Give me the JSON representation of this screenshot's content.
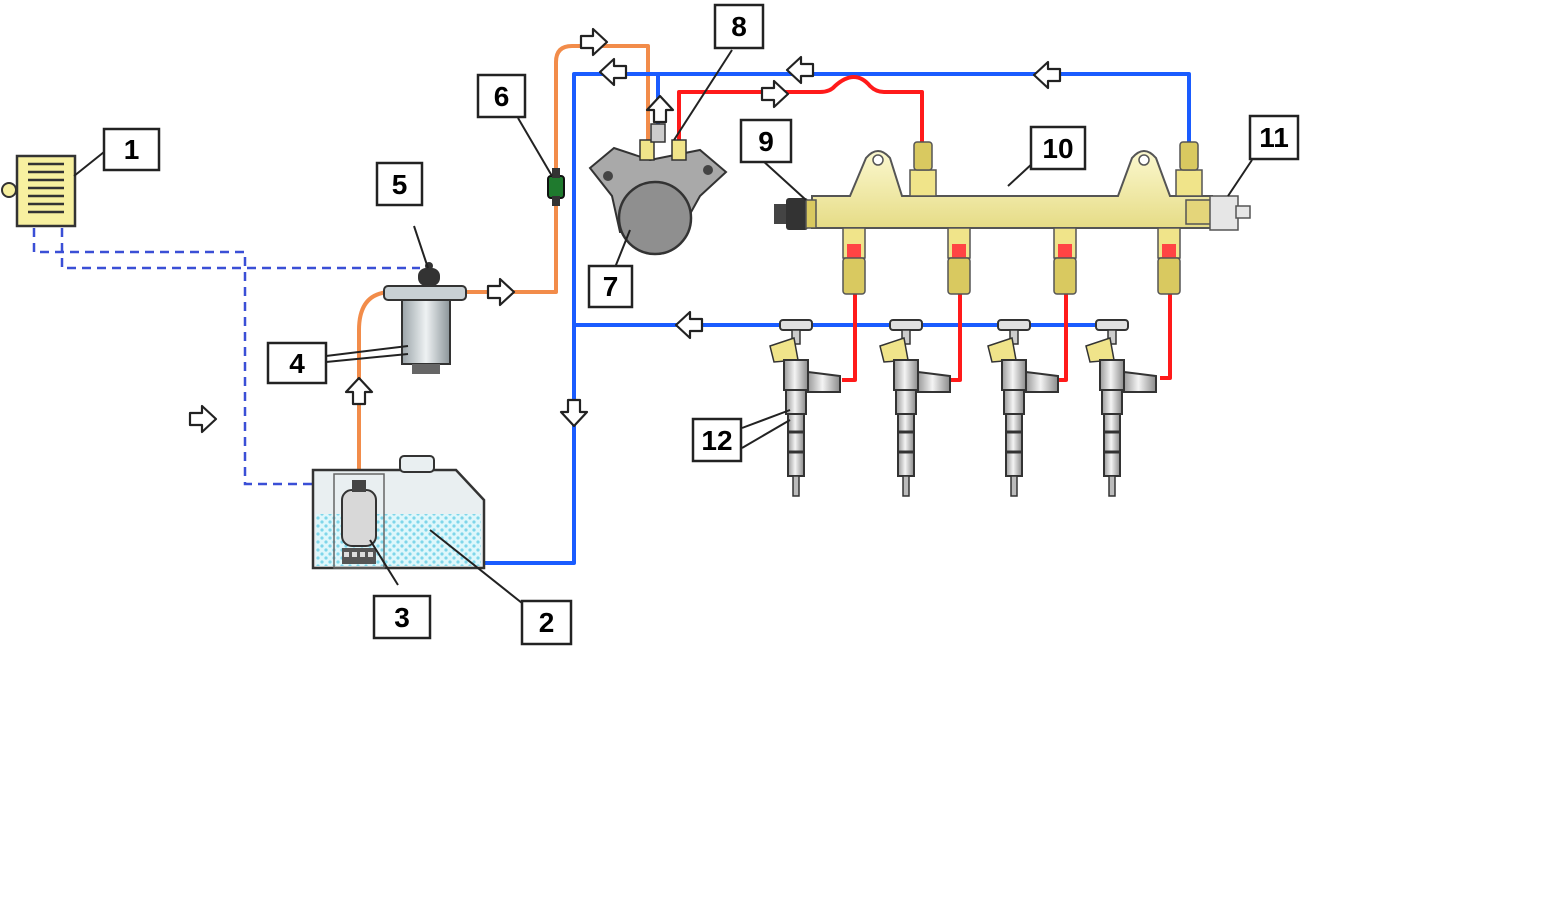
{
  "labels": {
    "l1": "1",
    "l2": "2",
    "l3": "3",
    "l4": "4",
    "l5": "5",
    "l6": "6",
    "l7": "7",
    "l8": "8",
    "l9": "9",
    "l10": "10",
    "l11": "11",
    "l12": "12"
  },
  "colors": {
    "low_pressure_supply": "#f28c4a",
    "return_line": "#1a5cff",
    "high_pressure": "#ff1a1a",
    "electrical": "#3a4fd6",
    "rail": "#f5f0a8",
    "pump": "#a9a9a9",
    "ecu": "#f7f0a0",
    "fuel": "#9fe3f0",
    "filter_housing": "#cfd8dc"
  },
  "icons": {
    "flow_arrow": "flow-arrow-icon"
  }
}
